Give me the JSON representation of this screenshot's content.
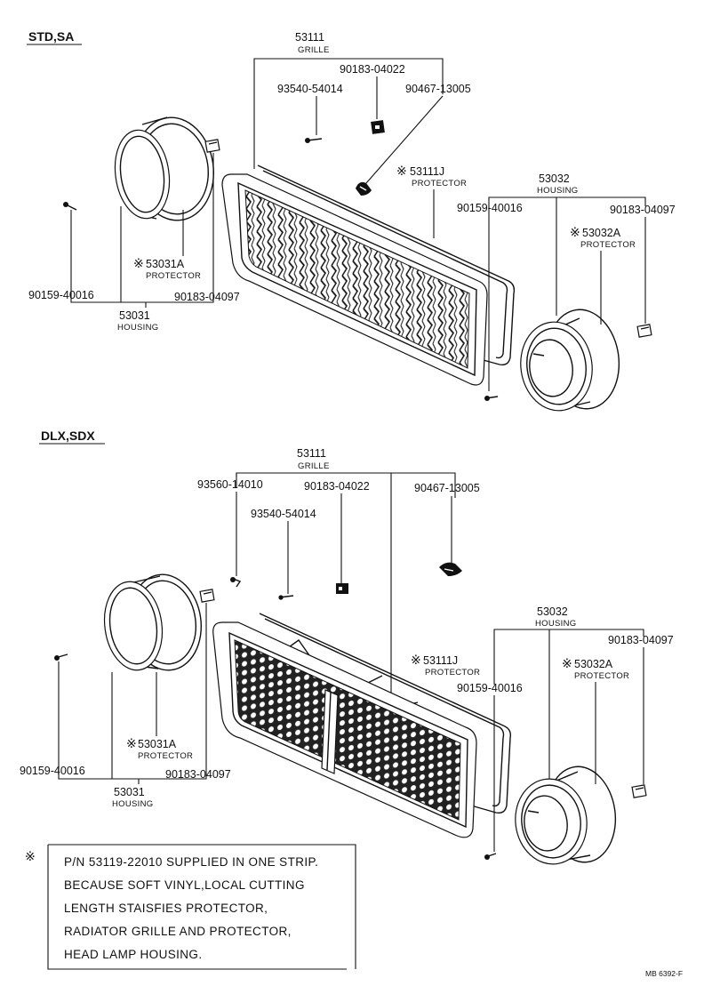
{
  "sections": [
    {
      "title": "STD,SA",
      "grille": {
        "pn": "53111",
        "name": "GRILLE"
      },
      "callouts": {
        "screw_a": "93540-54014",
        "clip_a": "90183-04022",
        "nut_a": "90467-13005",
        "grille_protector": {
          "mark": "※",
          "pn": "53111J",
          "name": "PROTECTOR"
        },
        "housing_r": {
          "pn": "53032",
          "name": "HOUSING"
        },
        "screw_r": "90159-40016",
        "clip_r": "90183-04097",
        "protector_r": {
          "mark": "※",
          "pn": "53032A",
          "name": "PROTECTOR"
        },
        "protector_l": {
          "mark": "※",
          "pn": "53031A",
          "name": "PROTECTOR"
        },
        "screw_l": "90159-40016",
        "clip_l": "90183-04097",
        "housing_l": {
          "pn": "53031",
          "name": "HOUSING"
        }
      }
    },
    {
      "title": "DLX,SDX",
      "grille": {
        "pn": "53111",
        "name": "GRILLE"
      },
      "callouts": {
        "screw_b": "93560-14010",
        "clip_a": "90183-04022",
        "nut_a": "90467-13005",
        "screw_a": "93540-54014",
        "housing_r": {
          "pn": "53032",
          "name": "HOUSING"
        },
        "clip_r": "90183-04097",
        "grille_protector": {
          "mark": "※",
          "pn": "53111J",
          "name": "PROTECTOR"
        },
        "protector_r": {
          "mark": "※",
          "pn": "53032A",
          "name": "PROTECTOR"
        },
        "screw_r": "90159-40016",
        "protector_l": {
          "mark": "※",
          "pn": "53031A",
          "name": "PROTECTOR"
        },
        "screw_l": "90159-40016",
        "clip_l": "90183-04097",
        "housing_l": {
          "pn": "53031",
          "name": "HOUSING"
        }
      }
    }
  ],
  "note": {
    "mark": "※",
    "lines": [
      "P/N 53119-22010 SUPPLIED IN ONE STRIP.",
      "BECAUSE SOFT VINYL,LOCAL CUTTING",
      "LENGTH STAISFIES PROTECTOR,",
      "RADIATOR GRILLE AND PROTECTOR,",
      "HEAD LAMP HOUSING."
    ]
  },
  "drawing_code": "MB 6392-F"
}
